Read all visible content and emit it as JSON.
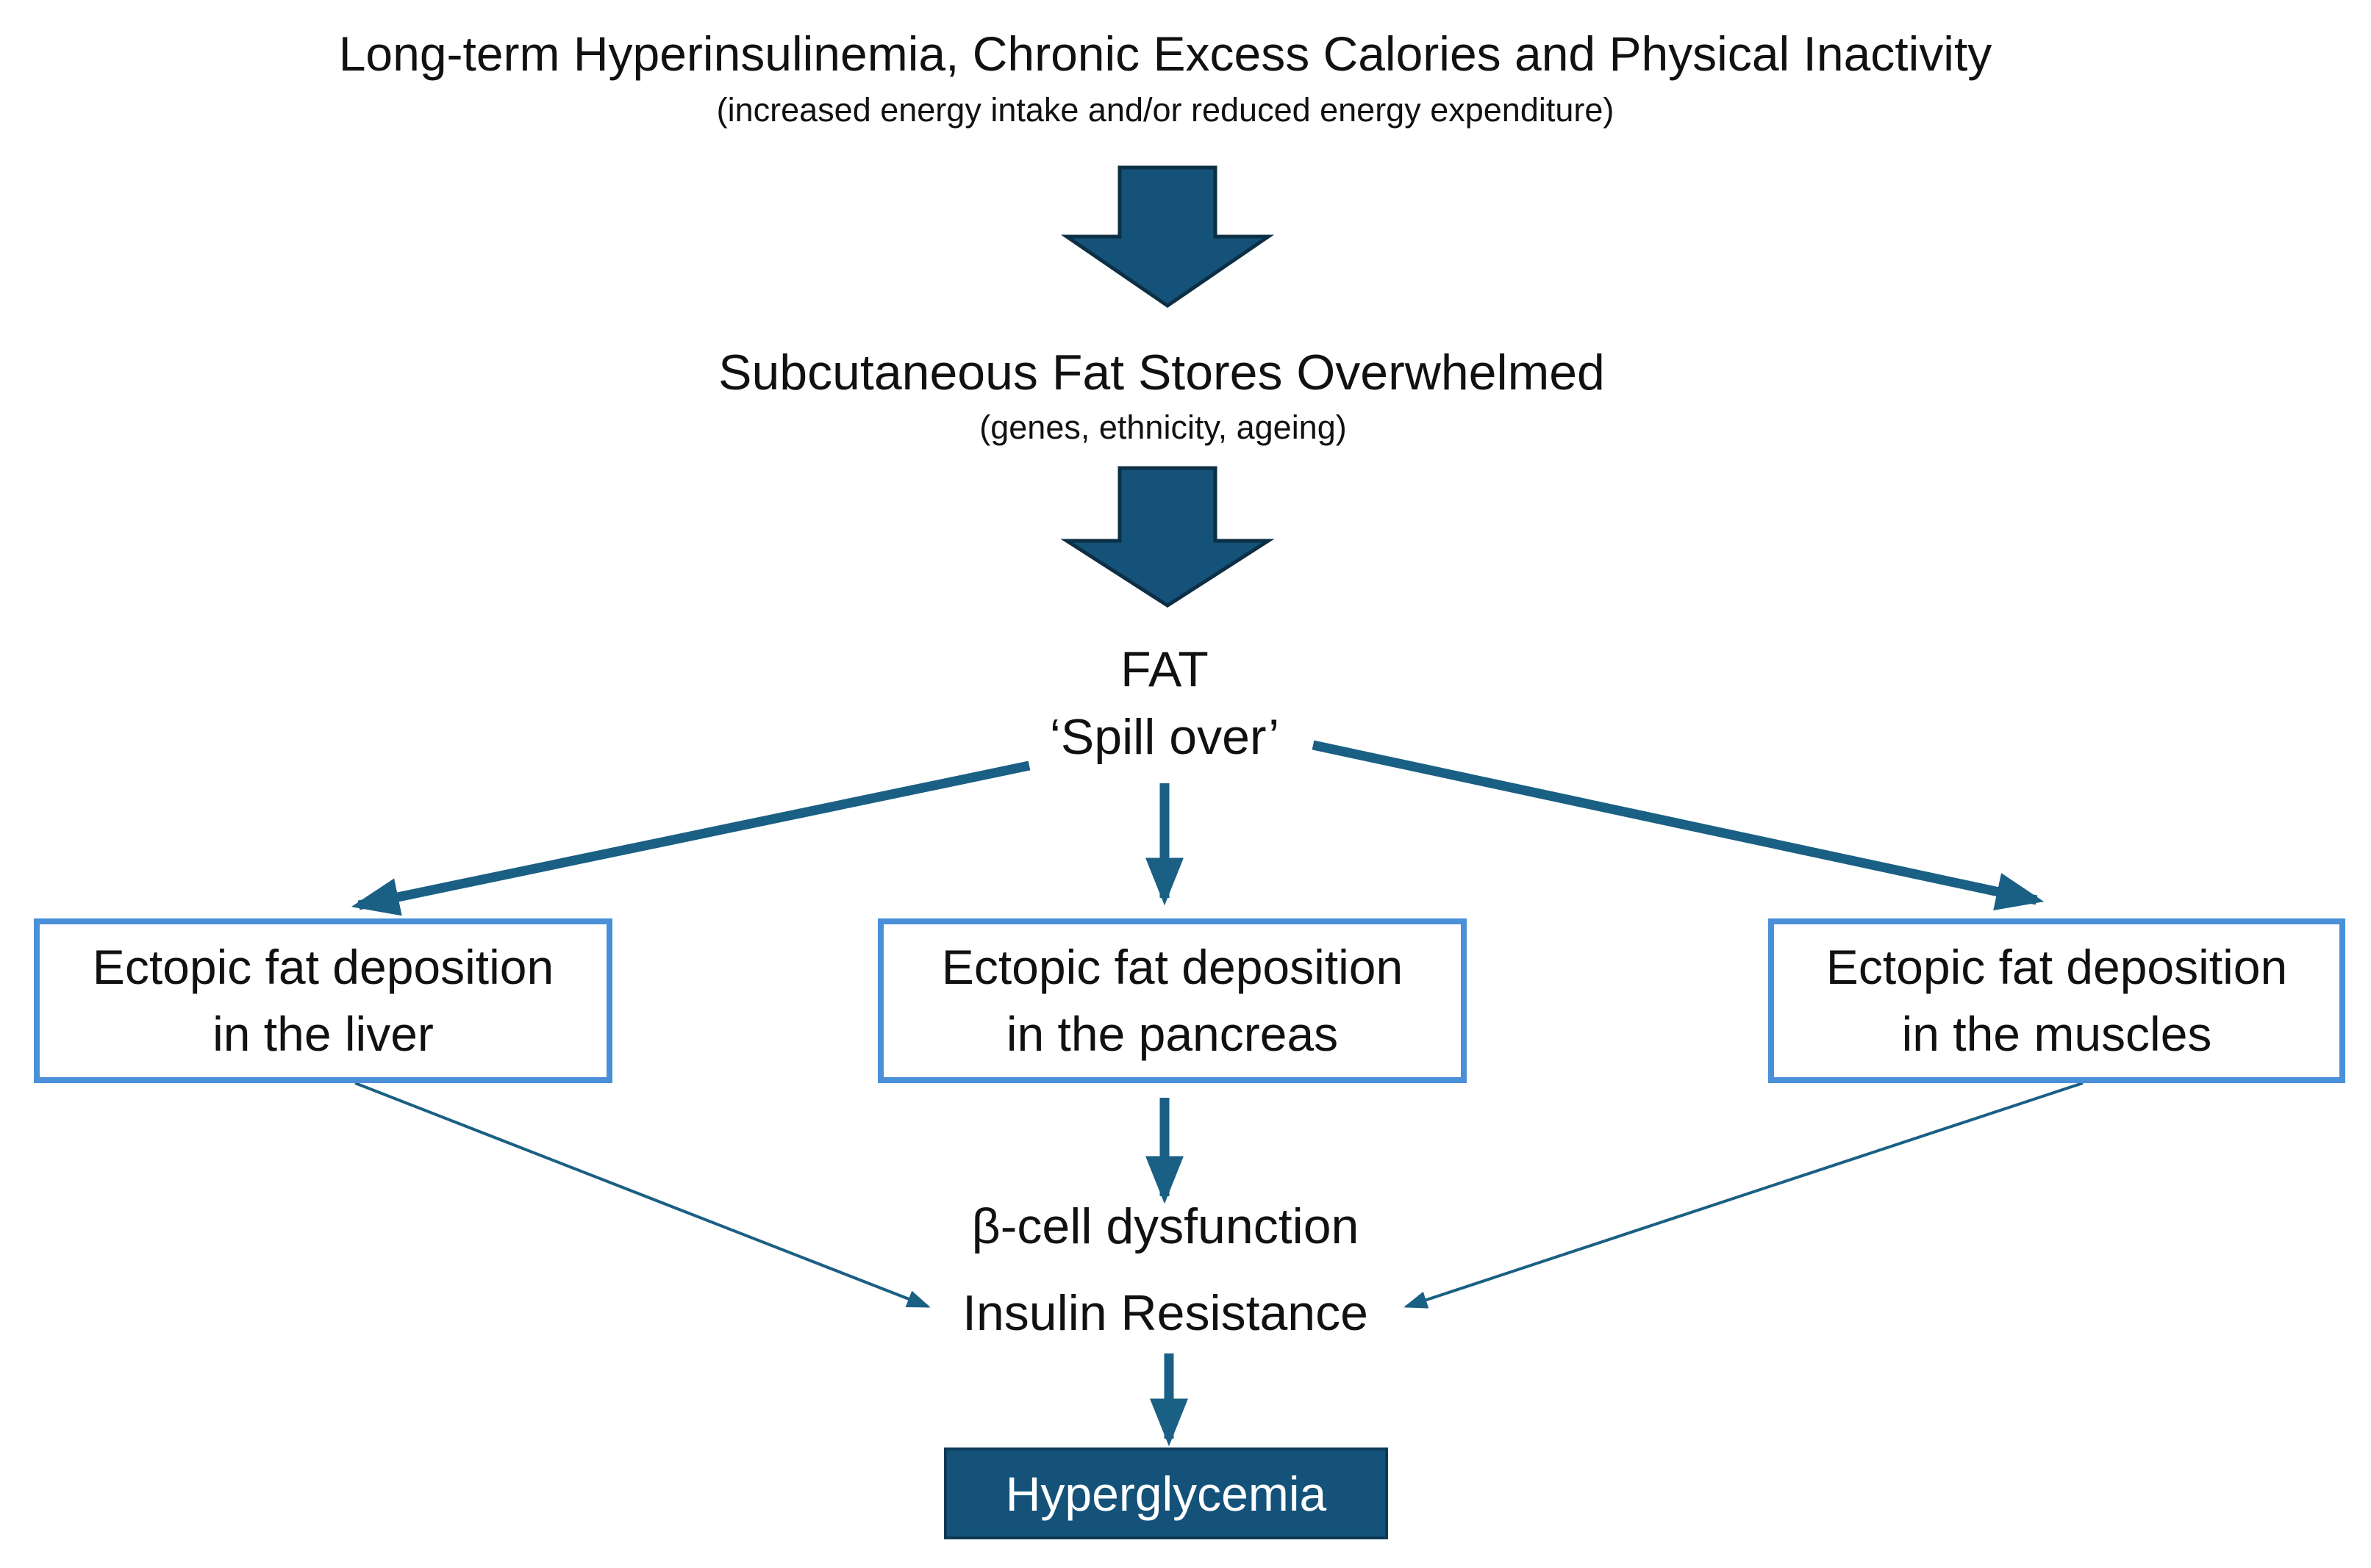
{
  "top": {
    "title": "Long-term Hyperinsulinemia, Chronic Excess Calories and Physical Inactivity",
    "subtitle": "(increased energy intake and/or reduced energy expenditure)"
  },
  "middle": {
    "title": "Subcutaneous  Fat Stores Overwhelmed",
    "subtitle": "(genes, ethnicity, ageing)"
  },
  "fat": {
    "line1": "FAT",
    "line2": "‘Spill over’"
  },
  "boxes": [
    {
      "line1": "Ectopic fat deposition",
      "line2": "in the liver"
    },
    {
      "line1": "Ectopic fat deposition",
      "line2": "in the pancreas"
    },
    {
      "line1": "Ectopic fat deposition",
      "line2": "in the muscles"
    }
  ],
  "outcomes": {
    "beta_cell": "β-cell dysfunction",
    "insulin_resistance": "Insulin Resistance",
    "hyperglycemia": "Hyperglycemia"
  },
  "colors": {
    "arrow": "#1a5f84",
    "block_arrow": "#14527a",
    "box_border": "#4a8fd8",
    "hyperglycemia_fill": "#14527a"
  }
}
